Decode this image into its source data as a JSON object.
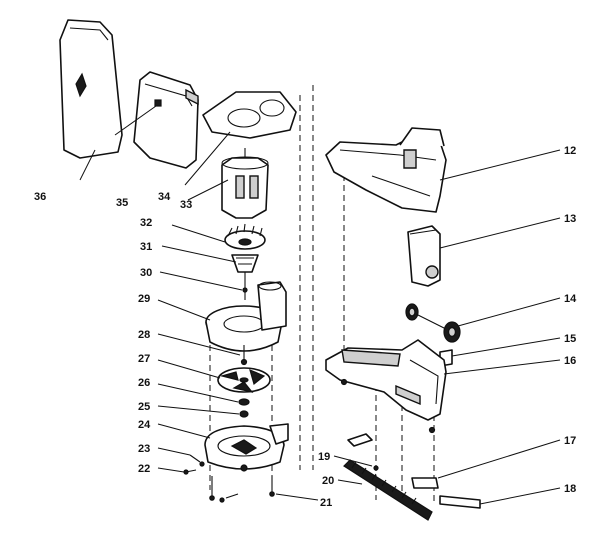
{
  "labels": {
    "p12": "12",
    "p13": "13",
    "p14": "14",
    "p15": "15",
    "p16": "16",
    "p17": "17",
    "p18": "18",
    "p19": "19",
    "p20": "20",
    "p21": "21",
    "p22": "22",
    "p23": "23",
    "p24": "24",
    "p25": "25",
    "p26": "26",
    "p27": "27",
    "p28": "28",
    "p29": "29",
    "p30": "30",
    "p31": "31",
    "p32": "32",
    "p33": "33",
    "p34": "34",
    "p35": "35",
    "p36": "36"
  }
}
